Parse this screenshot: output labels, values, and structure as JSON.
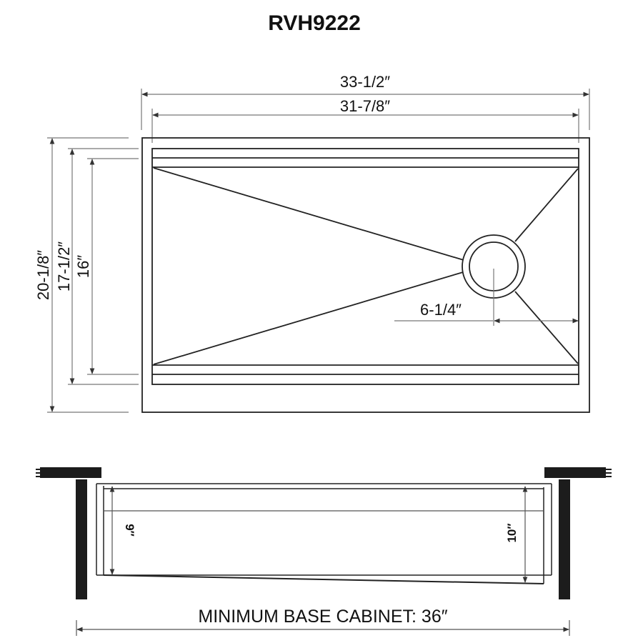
{
  "title": "RVH9222",
  "top_view": {
    "overall_width": "33-1/2″",
    "inner_width": "31-7/8″",
    "overall_depth": "20-1/8″",
    "inner_depth": "17-1/2″",
    "bowl_depth": "16″",
    "drain_offset": "6-1/4″"
  },
  "side_view": {
    "depth_left": "9″",
    "depth_right": "10″"
  },
  "cabinet": {
    "label": "MINIMUM BASE CABINET: 36″"
  },
  "colors": {
    "line": "#222222",
    "dim_line": "#777777",
    "counter": "#1c1c1c"
  }
}
